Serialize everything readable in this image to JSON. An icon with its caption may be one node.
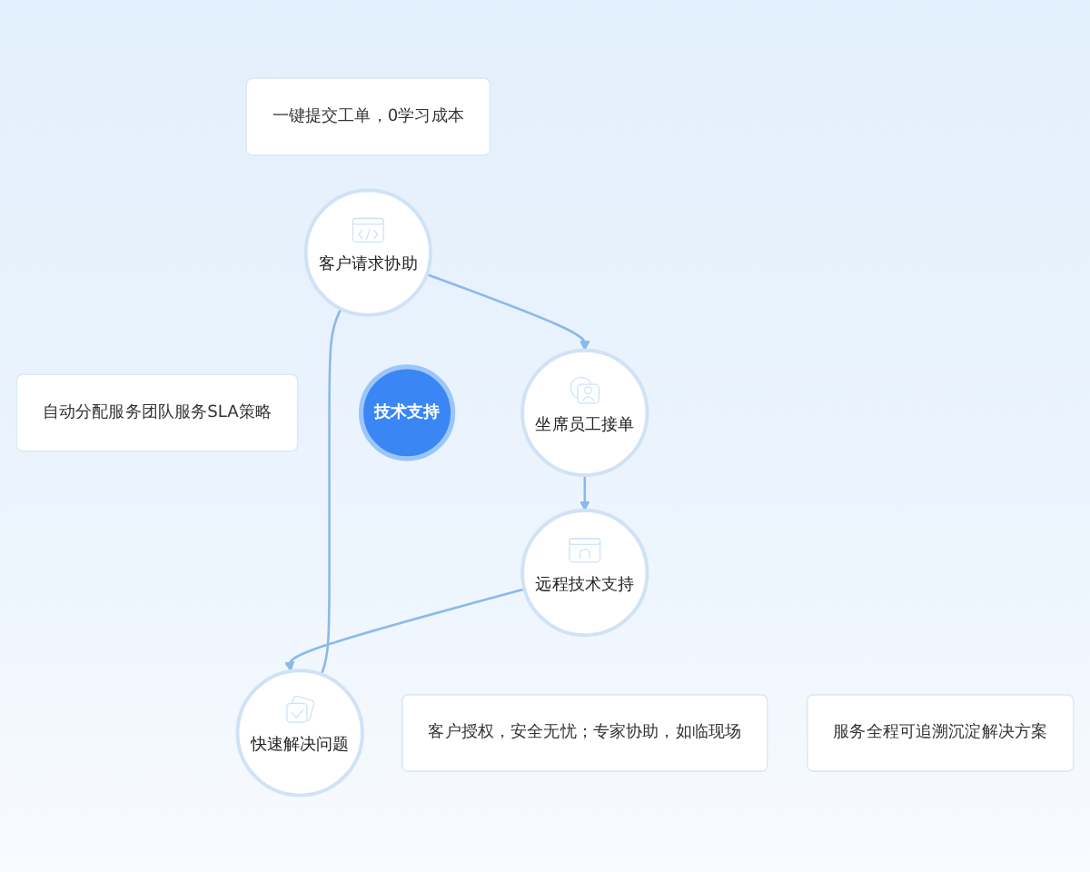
{
  "diagram": {
    "nodes": [
      {
        "text": [
          "一键提交工单，0学习成本"
        ]
      },
      {
        "text": [
          "客户请求协助"
        ]
      },
      {
        "text": [
          "自动分配服务团队服务SLA策略"
        ]
      },
      {
        "text": [
          "坐席员工接单"
        ]
      },
      {
        "text": [
          "技术支持"
        ]
      },
      {
        "text": [
          "快速解决问题"
        ]
      },
      {
        "text": [
          "服务全程可追溯沉淀解决方案"
        ]
      },
      {
        "text": [
          "远程技术支持"
        ]
      },
      {
        "text": [
          "客户授权，安全无忧；专家协助，如临现场"
        ]
      }
    ],
    "edges": [
      {
        "from": 1,
        "to": 3,
        "arrow": "to"
      },
      {
        "from": 3,
        "to": 7,
        "arrow": "to"
      },
      {
        "from": 7,
        "to": 5,
        "arrow": "to"
      },
      {
        "from": 5,
        "to": 1,
        "arrow": "none"
      }
    ]
  }
}
